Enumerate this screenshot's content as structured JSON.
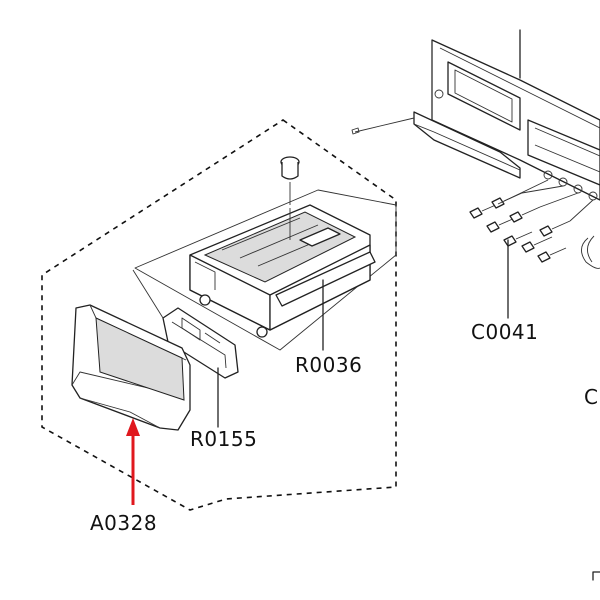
{
  "labels": {
    "front_panel": "A0328",
    "dispenser_housing": "R0036",
    "siphon_cap": "R0155",
    "screws": "C0041",
    "cut_off_right": "C"
  },
  "colors": {
    "highlight_arrow": "#e0181e",
    "line": "#222222",
    "background": "#ffffff"
  }
}
